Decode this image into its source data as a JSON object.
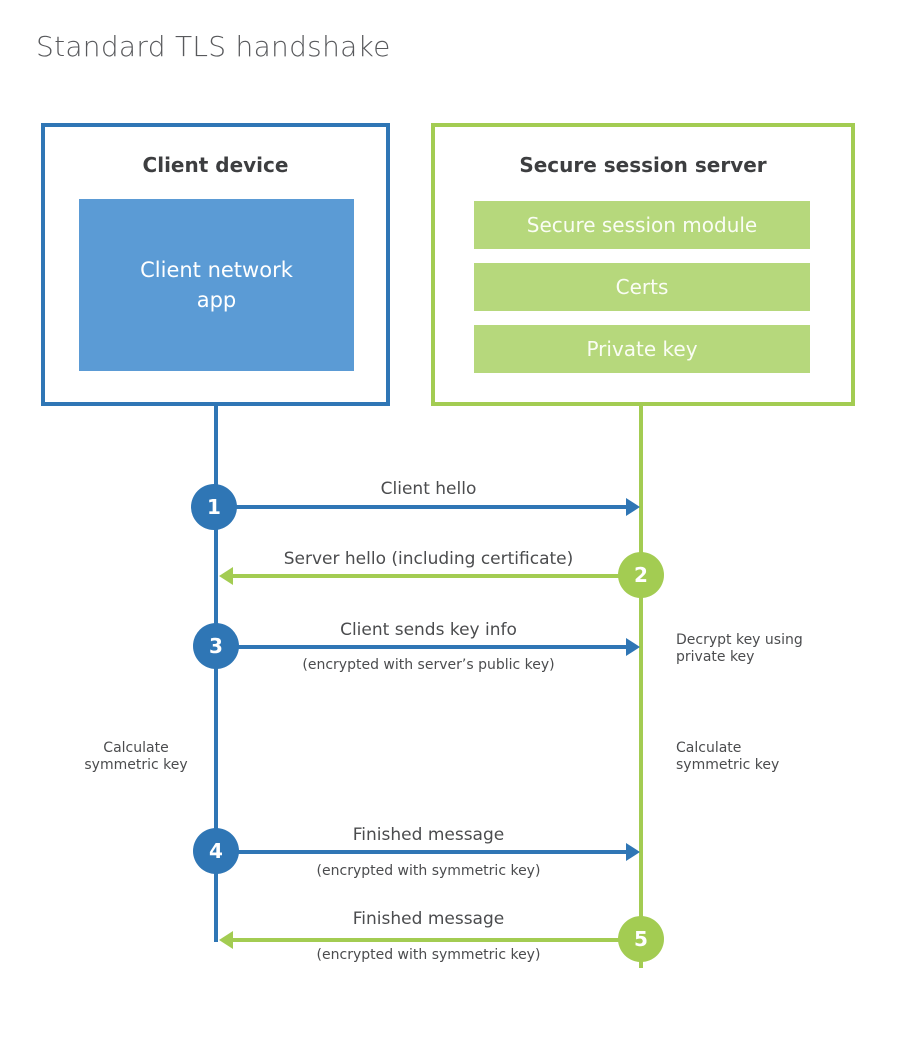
{
  "title": "Standard TLS handshake",
  "colors": {
    "blue_line": "#2f76b5",
    "blue_fill": "#5b9bd5",
    "green_line": "#a3cc52",
    "green_fill": "#b6d87c",
    "label_text": "#4b4c4e",
    "heading_text": "#3d3e40"
  },
  "client": {
    "title": "Client device",
    "app_label": "Client network app"
  },
  "server": {
    "title": "Secure session server",
    "modules": [
      "Secure session module",
      "Certs",
      "Private key"
    ]
  },
  "steps": [
    {
      "num": "1",
      "label": "Client hello",
      "sub": "",
      "direction": "right",
      "color": "blue"
    },
    {
      "num": "2",
      "label": "Server hello (including certificate)",
      "sub": "",
      "direction": "left",
      "color": "green"
    },
    {
      "num": "3",
      "label": "Client sends key info",
      "sub": "(encrypted with server’s public key)",
      "direction": "right",
      "color": "blue"
    },
    {
      "num": "4",
      "label": "Finished message",
      "sub": "(encrypted with symmetric key)",
      "direction": "right",
      "color": "blue"
    },
    {
      "num": "5",
      "label": "Finished message",
      "sub": "(encrypted with symmetric key)",
      "direction": "left",
      "color": "green"
    }
  ],
  "notes": {
    "decrypt": "Decrypt key using private key",
    "calc_left": "Calculate symmetric key",
    "calc_right": "Calculate symmetric key"
  }
}
